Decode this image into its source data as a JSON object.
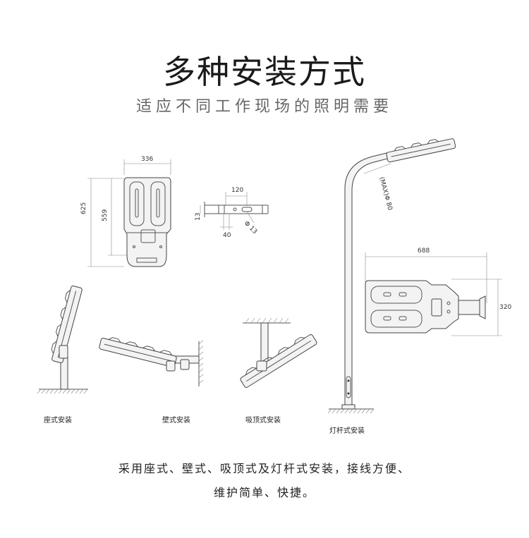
{
  "title": "多种安装方式",
  "subtitle": "适应不同工作现场的照明需要",
  "dimensions": {
    "front_width": "336",
    "front_height_total": "625",
    "front_height_body": "559",
    "bracket_width": "120",
    "bracket_thickness": "13",
    "bracket_hole": "Φ 13",
    "bracket_offset": "40",
    "pole_diameter": "(MAX)Φ 80",
    "pole_lamp_length": "688",
    "pole_lamp_width": "320"
  },
  "captions": {
    "seat": "座式安装",
    "wall": "壁式安装",
    "ceiling": "吸顶式安装",
    "pole": "灯杆式安装"
  },
  "description": {
    "line1": "采用座式、壁式、吸顶式及灯杆式安装，接线方便、",
    "line2": "维护简单、快捷。"
  }
}
